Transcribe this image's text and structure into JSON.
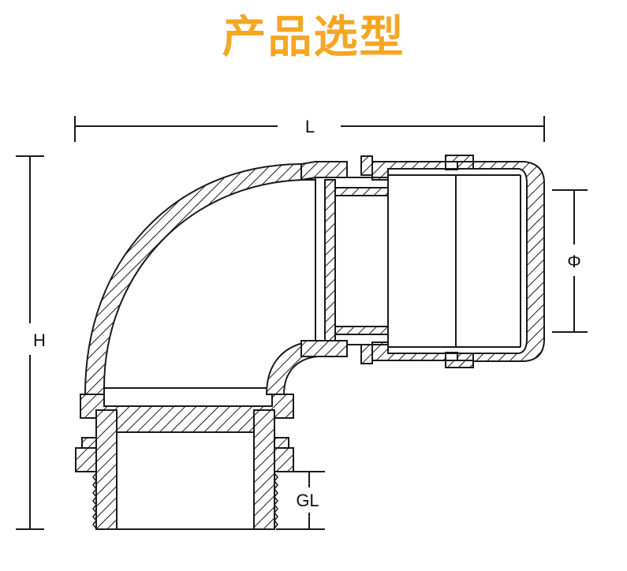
{
  "title": "产品选型",
  "colors": {
    "title": "#F5A623",
    "line": "#1a1a1a",
    "hatch": "#1a1a1a",
    "background": "#ffffff"
  },
  "dimensions": {
    "length_label": "L",
    "height_label": "H",
    "diameter_label": "Φ",
    "thread_length_label": "GL"
  }
}
